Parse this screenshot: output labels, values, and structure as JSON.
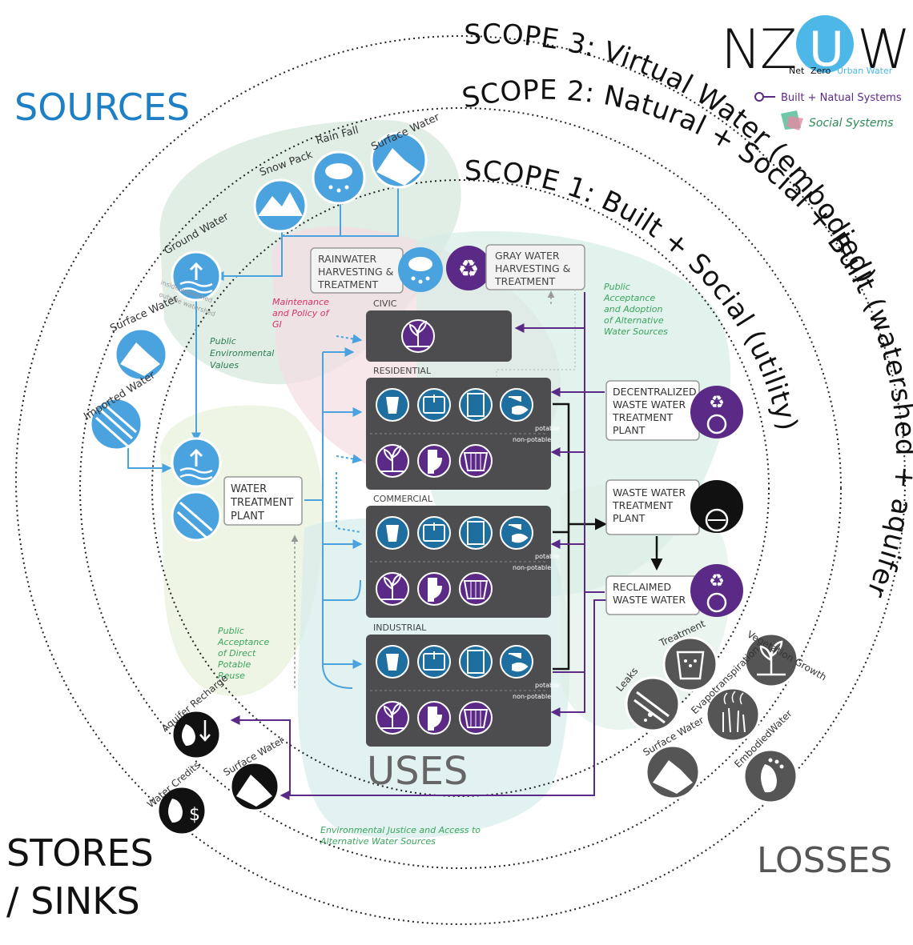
{
  "logo": {
    "text": "NZUW",
    "net": "Net",
    "zero": "Zero",
    "urban": "Urban Water"
  },
  "legend": {
    "built": "Built + Natual Systems",
    "social": "Social Systems"
  },
  "scopes": {
    "scope3": "SCOPE 3: Virtual Water (embodied)",
    "scope2": "SCOPE 2: Natural + Social + Built (watershed + aquifer)",
    "scope1": "SCOPE 1: Built + Social (utility)"
  },
  "sections": {
    "sources": "SOURCES",
    "uses": "USES",
    "stores_1": "STORES",
    "stores_2": "/ SINKS",
    "losses": "LOSSES"
  },
  "sources": {
    "snow_pack": "Snow Pack",
    "rain_fall": "Rain Fall",
    "surface_water_top": "Surface Water",
    "ground_water": "Ground Water",
    "surface_water_left": "Surface Water",
    "imported_water": "Imported Water",
    "inside_watershed": "inside watershed",
    "outside_watershed": "outside watershed"
  },
  "boxes": {
    "rainwater_1": "RAINWATER",
    "rainwater_2": "HARVESTING &",
    "rainwater_3": "TREATMENT",
    "gray_1": "GRAY WATER",
    "gray_2": "HARVESTING &",
    "gray_3": "TREATMENT",
    "wtp_1": "WATER",
    "wtp_2": "TREATMENT",
    "wtp_3": "PLANT",
    "decentral_1": "DECENTRALIZED",
    "decentral_2": "WASTE WATER",
    "decentral_3": "TREATMENT",
    "decentral_4": "PLANT",
    "wwtp_1": "WASTE WATER",
    "wwtp_2": "TREATMENT",
    "wwtp_3": "PLANT",
    "reclaimed_1": "RECLAIMED",
    "reclaimed_2": "WASTE WATER"
  },
  "uses": {
    "civic": "CIVIC",
    "residential": "RESIDENTIAL",
    "commercial": "COMMERCIAL",
    "industrial": "INDUSTRIAL",
    "potable": "potable",
    "non_potable": "non-potable"
  },
  "social_notes": {
    "maint_1": "Maintenance",
    "maint_2": "and Policy of",
    "maint_3": "GI",
    "env_1": "Public",
    "env_2": "Environmental",
    "env_3": "Values",
    "accept_1": "Public",
    "accept_2": "Acceptance",
    "accept_3": "and Adoption",
    "accept_4": "of Alternative",
    "accept_5": "Water Sources",
    "reuse_1": "Public",
    "reuse_2": "Acceptance",
    "reuse_3": "of Direct",
    "reuse_4": "Potable",
    "reuse_5": "Reuse",
    "justice_1": "Environmental Justice and Access to",
    "justice_2": "Alternative Water Sources"
  },
  "losses": {
    "treatment": "Treatment",
    "vegetation": "Vegetation Growth",
    "leaks": "Leaks",
    "evapo": "Evapotranspiration",
    "surface_water": "Surface Water",
    "embodied": "EmbodiedWater"
  },
  "stores": {
    "aquifer": "Aquifer Recharge",
    "surface_water": "Surface Water",
    "credits": "Water Credits"
  },
  "colors": {
    "blue": "#4aa3df",
    "purple": "#5b2a86",
    "dark": "#4d4d4f",
    "sources_text": "#1f7fc4"
  }
}
